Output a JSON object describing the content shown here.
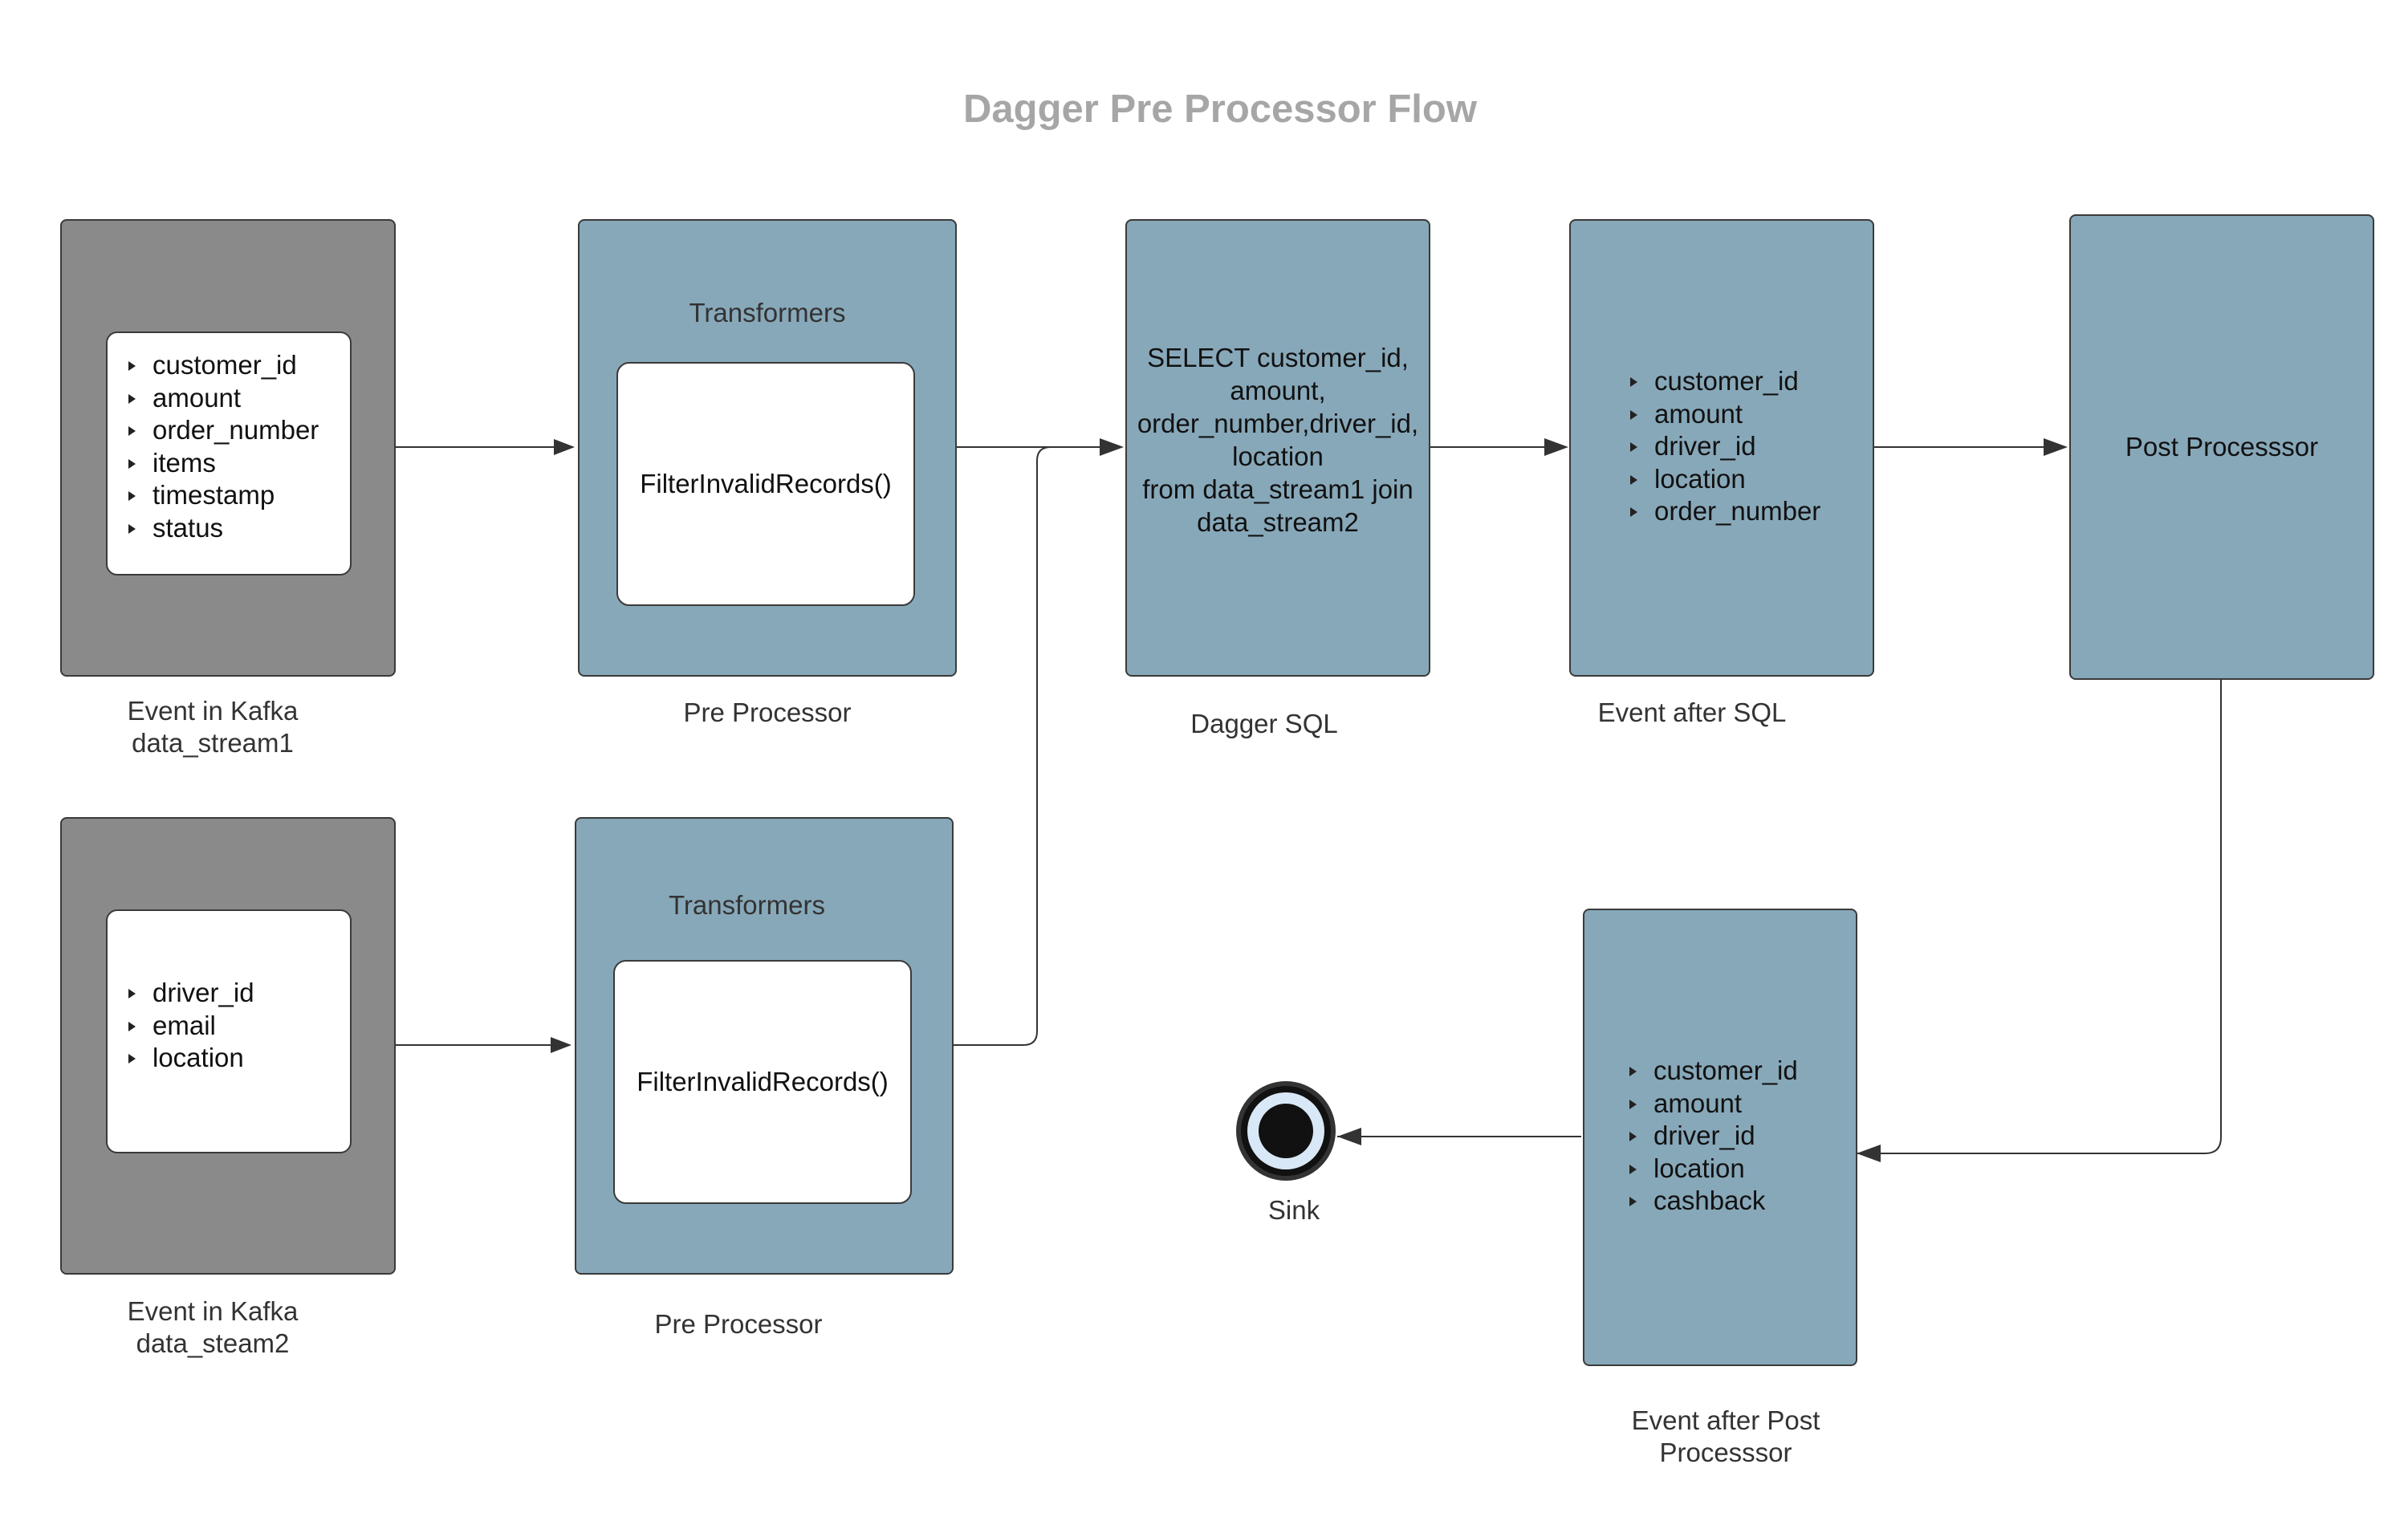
{
  "diagram": {
    "title": "Dagger Pre Processor Flow",
    "source1": {
      "fields": [
        "customer_id",
        "amount",
        "order_number",
        "items",
        "timestamp",
        "status"
      ],
      "label_line1": "Event in Kafka",
      "label_line2": "data_stream1"
    },
    "source2": {
      "fields": [
        "driver_id",
        "email",
        "location"
      ],
      "label_line1": "Event in Kafka",
      "label_line2": "data_steam2"
    },
    "preprocessor1": {
      "heading": "Transformers",
      "transformer": "FilterInvalidRecords()",
      "label": "Pre Processor"
    },
    "preprocessor2": {
      "heading": "Transformers",
      "transformer": "FilterInvalidRecords()",
      "label": "Pre Processor"
    },
    "dagger_sql": {
      "query_lines": [
        "SELECT customer_id,",
        "amount,",
        "order_number,driver_id,",
        "location",
        "from data_stream1 join",
        "data_stream2"
      ],
      "label": "Dagger SQL"
    },
    "event_after_sql": {
      "fields": [
        "customer_id",
        "amount",
        "driver_id",
        "location",
        "order_number"
      ],
      "label": "Event after SQL"
    },
    "post_processor": {
      "text": "Post Processsor"
    },
    "event_after_post": {
      "fields": [
        "customer_id",
        "amount",
        "driver_id",
        "location",
        "cashback"
      ],
      "label_line1": "Event after Post",
      "label_line2": "Processsor"
    },
    "sink": {
      "label": "Sink"
    }
  }
}
